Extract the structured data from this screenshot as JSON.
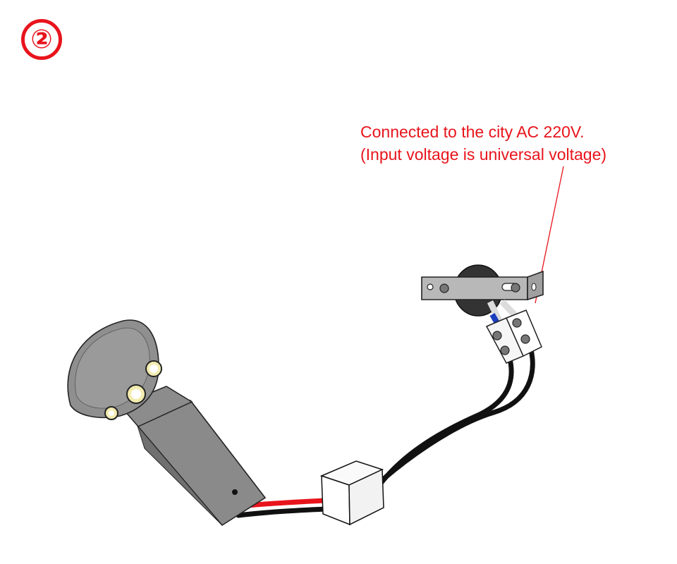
{
  "step": {
    "number": "②"
  },
  "callout": {
    "line1": "Connected to the city AC 220V.",
    "line2": "(Input voltage is universal voltage)"
  },
  "colors": {
    "accent": "#e8141c",
    "lamp_body": "#8a8a8a",
    "wire_live": "#e8141c",
    "wire_neutral": "#111111",
    "wire_blue": "#1a3fbf"
  },
  "icons": [
    "led-lamp-icon",
    "junction-box-icon",
    "mounting-bracket-icon",
    "terminal-block-icon"
  ]
}
